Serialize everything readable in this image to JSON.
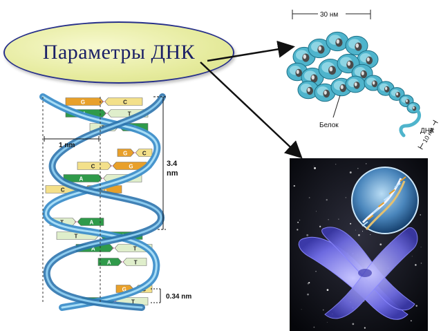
{
  "title": "Параметры ДНК",
  "helix": {
    "width_label": "1 nm",
    "pitch_value": "3.4",
    "pitch_unit": "nm",
    "rise_label": "0.34 nm",
    "pairs": [
      {
        "left": "G",
        "right": "C"
      },
      {
        "left": "A",
        "right": "T"
      },
      {
        "left": "T",
        "right": "A"
      },
      {
        "left": "G",
        "right": "C"
      },
      {
        "left": "C",
        "right": "G"
      },
      {
        "left": "A",
        "right": "T"
      },
      {
        "left": "C",
        "right": "G"
      },
      {
        "left": "T",
        "right": "A"
      },
      {
        "left": "T",
        "right": "A"
      },
      {
        "left": "A",
        "right": "T"
      },
      {
        "left": "A",
        "right": "T"
      },
      {
        "left": "G",
        "right": "C"
      },
      {
        "left": "A",
        "right": "T"
      }
    ]
  },
  "nucleosome": {
    "top_label": "30 нм",
    "protein_label": "Белок",
    "side_label": "10 нм",
    "dna_label": "ДНК"
  },
  "colors": {
    "strand": "#5aa6d6",
    "base_G": "#e8a02a",
    "base_C": "#f3e08a",
    "base_A": "#2f9a4a",
    "base_T": "#dfeecb",
    "fiber": "#4fb4cc",
    "arrow": "#111111"
  }
}
